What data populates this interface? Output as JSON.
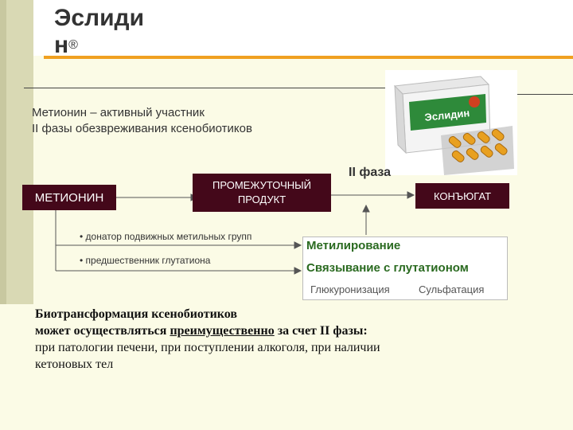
{
  "title": {
    "main": "Эслиди",
    "second": "н",
    "reg": "®"
  },
  "subtitle": {
    "line1": "Метионин – активный участник",
    "line2": "II фазы обезвреживания ксенобиотиков"
  },
  "boxes": {
    "methionine": "МЕТИОНИН",
    "intermediate_1": "ПРОМЕЖУТОЧНЫЙ",
    "intermediate_2": "ПРОДУКТ",
    "conjugate": "КОНЪЮГАТ"
  },
  "phase_label": "II фаза",
  "bullets": [
    "донатор подвижных метильных групп",
    "предшественник глутатиона"
  ],
  "reactions": {
    "methylation": "Метилирование",
    "glutathione": "Связывание с глутатионом",
    "glucuronidation": "Глюкуронизация",
    "sulfation": "Сульфатация"
  },
  "bottom": {
    "line1": "Биотрансформация ксенобиотиков",
    "line2_pre": "может осуществляться ",
    "line2_underlined": "преимущественно",
    "line2_post": " за счет II фазы:",
    "line3": "при патологии печени, при поступлении алкоголя, при наличии",
    "line4": "кетоновых тел"
  },
  "product": {
    "brand": "Эслидин"
  },
  "colors": {
    "box": "#44081a",
    "accent": "#f0a020",
    "green_text": "#2a6a20",
    "capsule": "#e8a020",
    "pack_green": "#2e8a3a"
  }
}
